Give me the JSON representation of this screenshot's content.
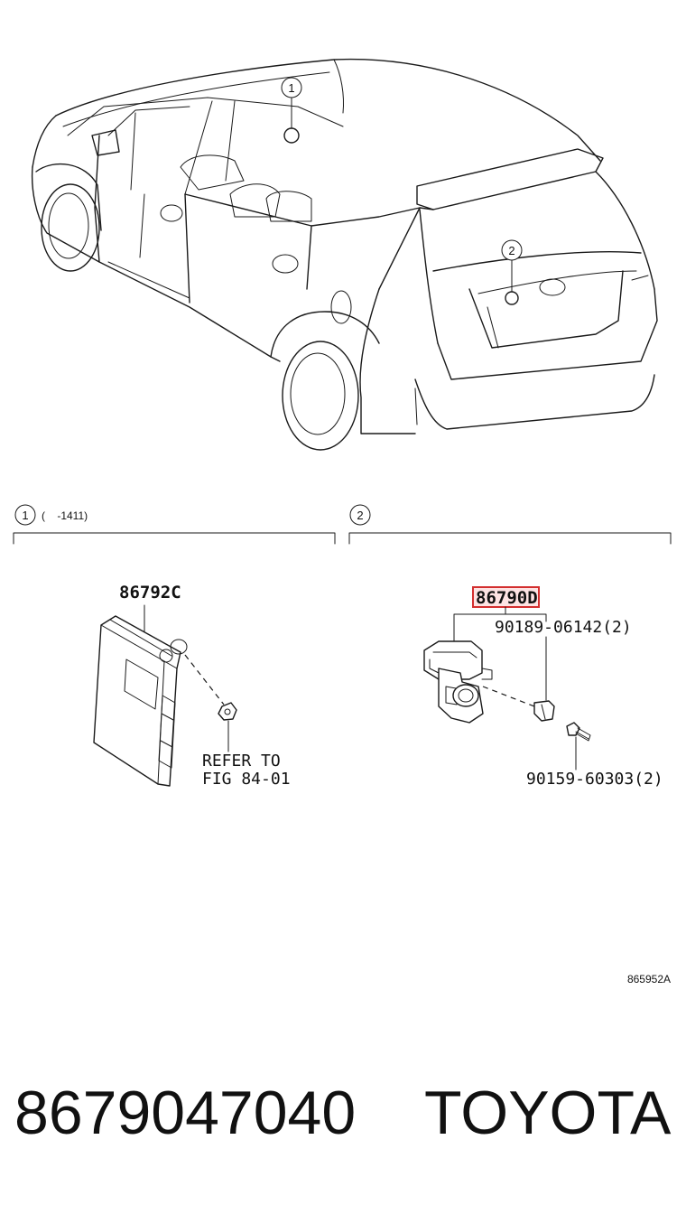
{
  "diagram": {
    "callouts": [
      {
        "id": "c1",
        "label": "1"
      },
      {
        "id": "c2",
        "label": "2"
      }
    ],
    "section_1": {
      "label": "1",
      "range_text": "(    -1411)",
      "part": "86792C",
      "reference_line1": "REFER TO",
      "reference_line2": "FIG 84-01"
    },
    "section_2": {
      "label": "2",
      "highlighted_part": "86790D",
      "fastener_1": "90189-06142(2)",
      "fastener_2": "90159-60303(2)"
    },
    "figure_code": "865952A"
  },
  "footer": {
    "part_number": "8679047040",
    "brand": "TOYOTA"
  },
  "colors": {
    "highlight_border": "#d32f2f",
    "highlight_fill": "#fde3e3",
    "line": "#1a1a1a"
  }
}
